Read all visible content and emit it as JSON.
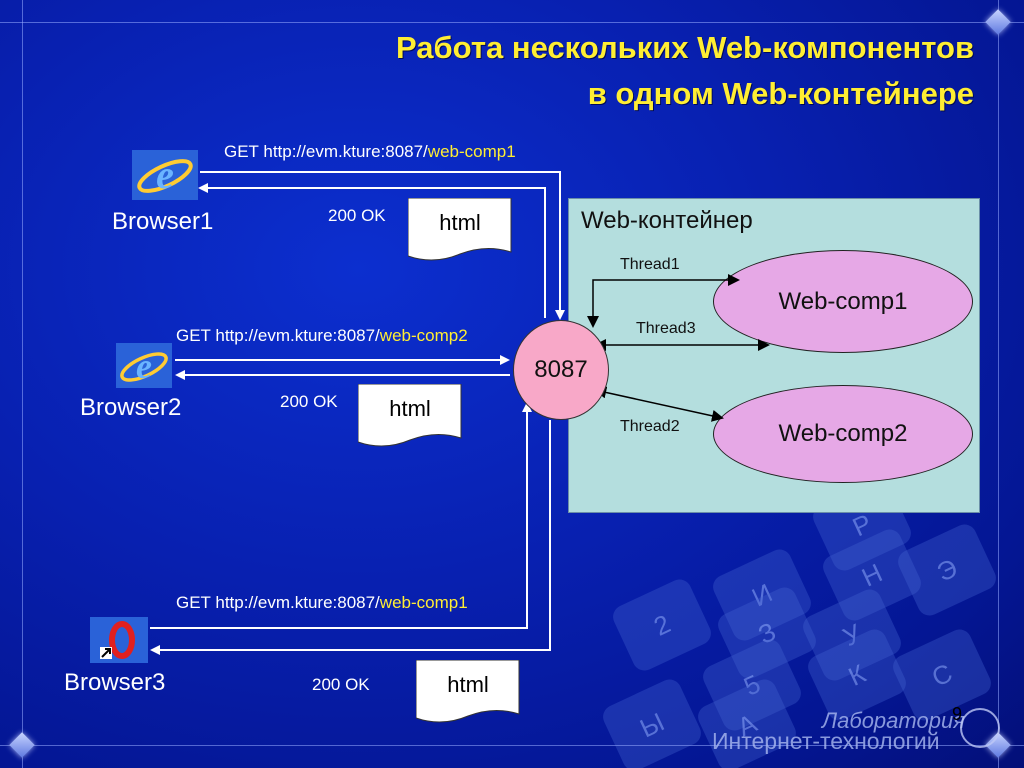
{
  "title": {
    "line1": "Работа нескольких Web-компонентов",
    "line2": "в одном Web-контейнере"
  },
  "browsers": [
    {
      "name": "Browser1",
      "icon": "internet-explorer-icon"
    },
    {
      "name": "Browser2",
      "icon": "internet-explorer-icon"
    },
    {
      "name": "Browser3",
      "icon": "opera-icon"
    }
  ],
  "requests": [
    {
      "base": "GET http://evm.kture:8087/",
      "path": "web-comp1"
    },
    {
      "base": "GET http://evm.kture:8087/",
      "path": "web-comp2"
    },
    {
      "base": "GET http://evm.kture:8087/",
      "path": "web-comp1"
    }
  ],
  "responses": [
    {
      "status": "200 OK",
      "doc": "html"
    },
    {
      "status": "200 OK",
      "doc": "html"
    },
    {
      "status": "200 OK",
      "doc": "html"
    }
  ],
  "port": "8087",
  "container": {
    "title": "Web-контейнер",
    "components": [
      "Web-comp1",
      "Web-comp2"
    ],
    "threads": [
      "Thread1",
      "Thread3",
      "Thread2"
    ]
  },
  "watermark": {
    "line1": "Лаборатория",
    "line2": "Интернет-технологий"
  },
  "page_number": "9",
  "keys": [
    "Р",
    "Н",
    "Э",
    "И",
    "З",
    "2",
    "У",
    "К",
    "5",
    "А",
    "С",
    "Ы"
  ],
  "colors": {
    "title": "#ffee33",
    "path": "#ffee33",
    "container": "#b4dede",
    "component": "#e6a8e6",
    "port": "#f8a8c8"
  }
}
